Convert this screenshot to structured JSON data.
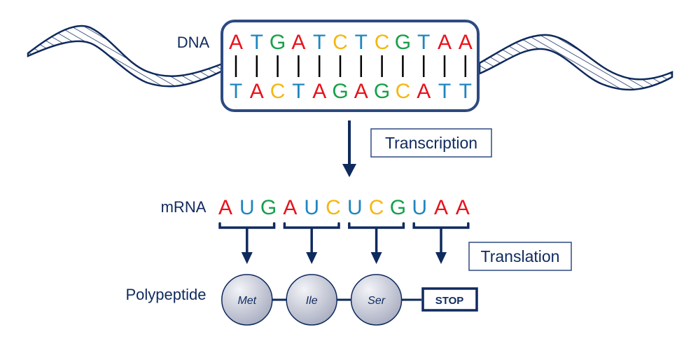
{
  "labels": {
    "dna": "DNA",
    "mrna": "mRNA",
    "polypeptide": "Polypeptide",
    "transcription": "Transcription",
    "translation": "Translation"
  },
  "dna": {
    "top_strand": [
      "A",
      "T",
      "G",
      "A",
      "T",
      "C",
      "T",
      "C",
      "G",
      "T",
      "A",
      "A"
    ],
    "bottom_strand": [
      "T",
      "A",
      "C",
      "T",
      "A",
      "G",
      "A",
      "G",
      "C",
      "A",
      "T",
      "T"
    ]
  },
  "mrna": {
    "bases": [
      "A",
      "U",
      "G",
      "A",
      "U",
      "C",
      "U",
      "C",
      "G",
      "U",
      "A",
      "A"
    ]
  },
  "polypeptide": {
    "amino_acids": [
      "Met",
      "Ile",
      "Ser"
    ],
    "stop_label": "STOP"
  },
  "colors": {
    "A": "#e8121b",
    "T": "#1d86c0",
    "U": "#1d86c0",
    "G": "#16a04a",
    "C": "#f5b70f",
    "navy": "#0f2a5e",
    "box_stroke": "#2d4a80",
    "helix_fill": "#ffffff",
    "amino_fill_light": "#f3f4f8",
    "amino_fill_dark": "#a4a9bd"
  }
}
